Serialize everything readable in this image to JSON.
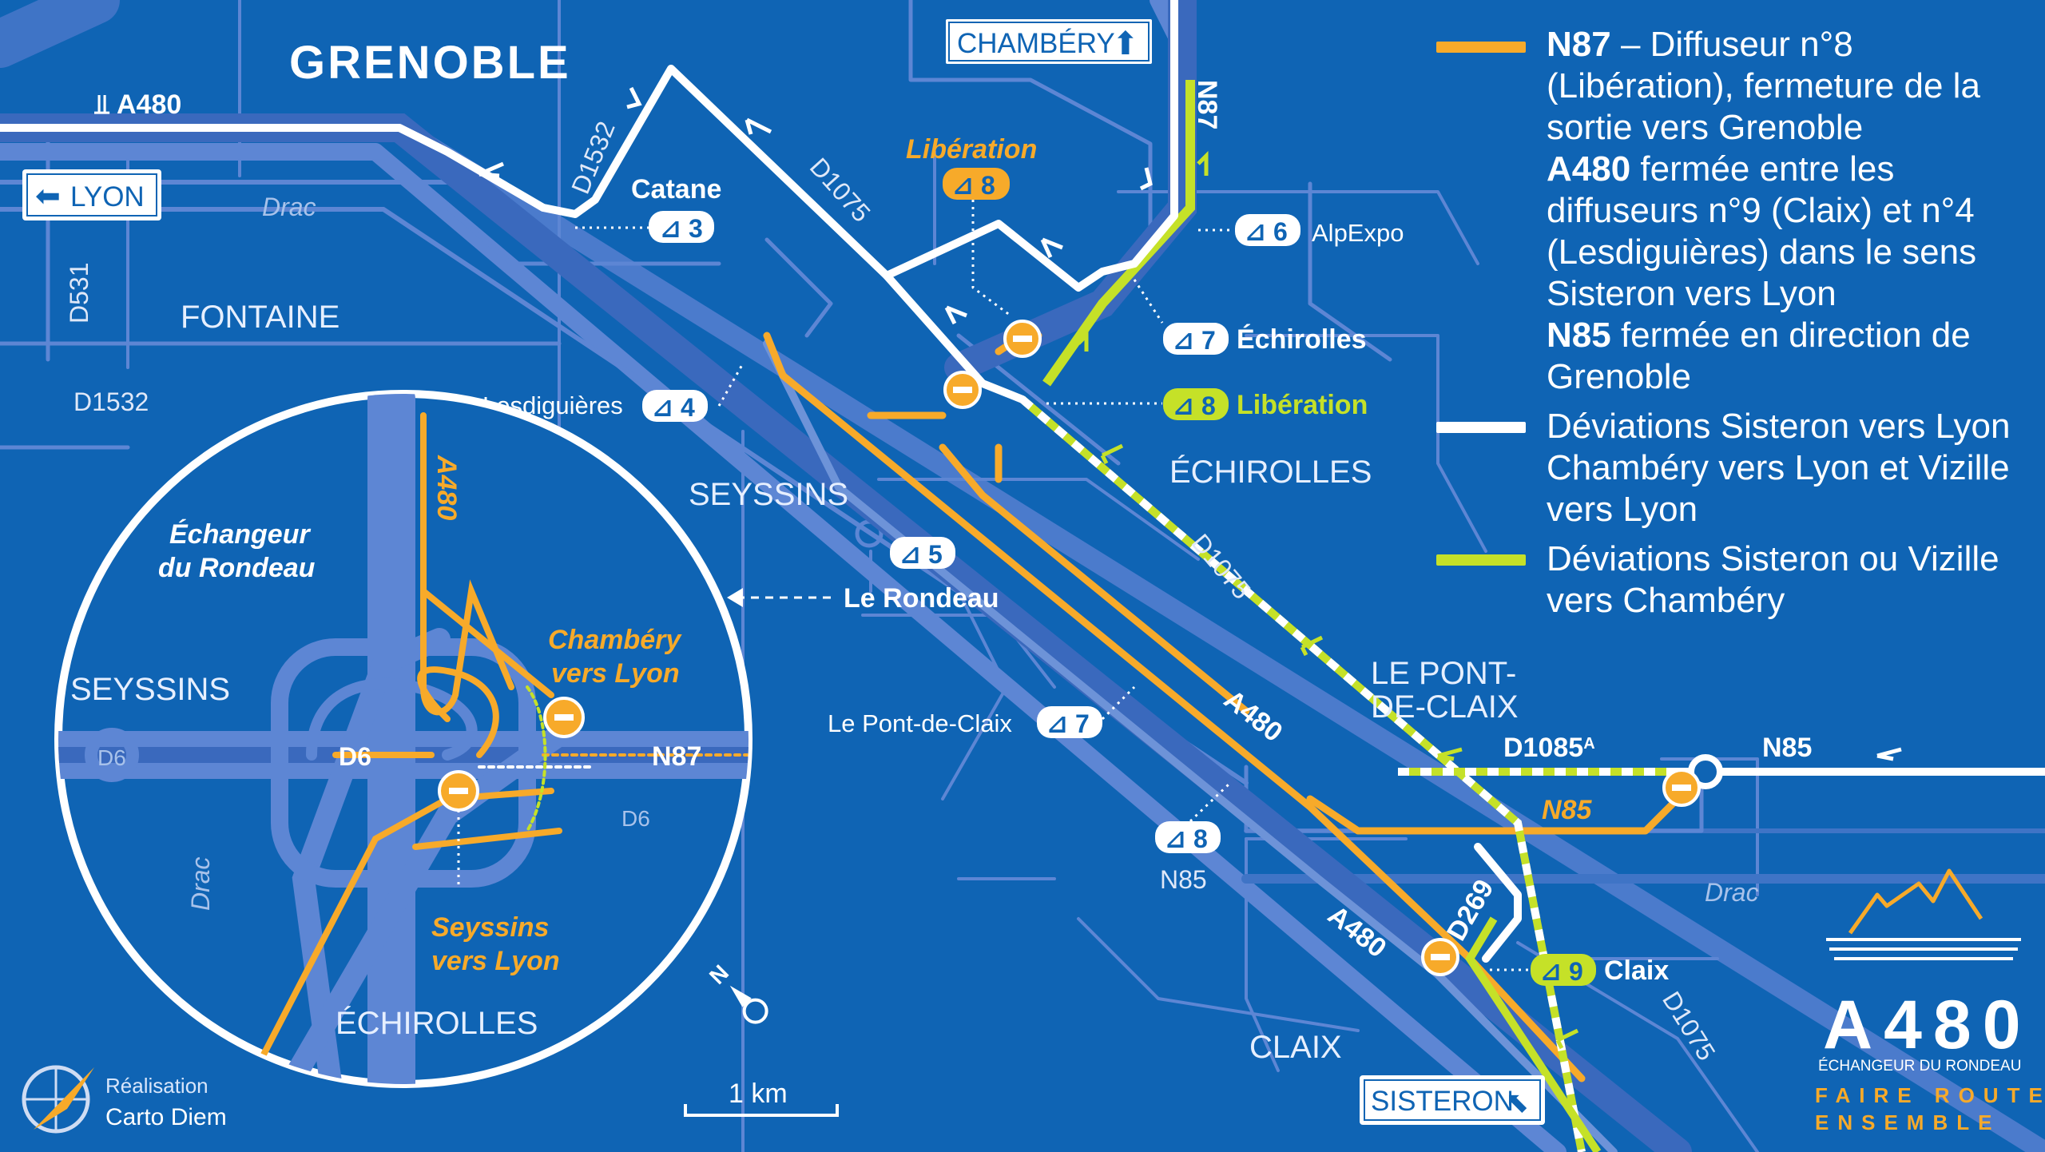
{
  "colors": {
    "background": "#0f64b4",
    "road_network": "#5d86d4",
    "closure_orange": "#f7aa2a",
    "detour_white": "#ffffff",
    "detour_green": "#c5e128"
  },
  "map": {
    "city_grenoble": "GRENOBLE",
    "city_fontaine": "FONTAINE",
    "city_seyssins": "SEYSSINS",
    "city_echirolles": "ÉCHIROLLES",
    "city_pont_de_claix_1": "LE PONT-",
    "city_pont_de_claix_2": "DE-CLAIX",
    "city_claix": "CLAIX",
    "river_drac_1": "Drac",
    "river_drac_2": "Drac",
    "sign_chambery": "CHAMBÉRY",
    "sign_lyon": "LYON",
    "sign_sisteron": "SISTERON",
    "road_a480_top": "A480",
    "road_a480_mid": "A480",
    "road_a480_low": "A480",
    "road_n87": "N87",
    "road_d1532_a": "D1532",
    "road_d1532_b": "D1532",
    "road_d531": "D531",
    "road_d1075_a": "D1075",
    "road_d1075_b": "D1075",
    "road_d1075_c": "D1075",
    "road_d1085a": "D1085",
    "road_d1085a_sup": "A",
    "road_n85_a": "N85",
    "road_n85_b": "N85",
    "road_n85_c": "N85",
    "road_d269": "D269",
    "exit_catane_name": "Catane",
    "exit_catane_num": "3",
    "exit_liberation_name": "Libération",
    "exit_liberation_num": "8",
    "exit_alpexpo_num": "6",
    "exit_alpexpo_name": "AlpExpo",
    "exit_echirolles_num": "7",
    "exit_echirolles_name": "Échirolles",
    "exit_liberation2_num": "8",
    "exit_liberation2_name": "Libération",
    "exit_lesdiguieres_name": "Lesdiguières",
    "exit_lesdiguieres_num": "4",
    "exit_rondeau_num": "5",
    "exit_rondeau_name": "Le Rondeau",
    "exit_pontdeclaix_name": "Le Pont-de-Claix",
    "exit_pontdeclaix_num": "7",
    "exit_n85_num": "8",
    "exit_claix_num": "9",
    "exit_claix_name": "Claix",
    "scale_label": "1 km"
  },
  "inset": {
    "title_1": "Échangeur",
    "title_2": "du Rondeau",
    "a480": "A480",
    "seyssins": "SEYSSINS",
    "echirolles": "ÉCHIROLLES",
    "d6_circle": "D6",
    "d6_main": "D6",
    "d6_low": "D6",
    "n87": "N87",
    "drac": "Drac",
    "chambery_1": "Chambéry",
    "chambery_2": "vers Lyon",
    "seyssins_lbl_1": "Seyssins",
    "seyssins_lbl_2": "vers Lyon"
  },
  "legend": {
    "item1_bold": "N87",
    "item1_text": " – Diffuseur n°8 (Libération), fermeture de la sortie vers Grenoble",
    "item2_bold": "A480",
    "item2_text": " fermée entre les diffuseurs n°9 (Claix) et n°4 (Lesdiguières) dans le sens Sisteron vers Lyon",
    "item3_bold": "N85",
    "item3_text": " fermée en direction de Grenoble",
    "item4_text": "Déviations Sisteron vers Lyon Chambéry vers Lyon et Vizille vers Lyon",
    "item5_text": "Déviations Sisteron ou Vizille vers Chambéry"
  },
  "brand": {
    "title": "A480",
    "subtitle": "ÉCHANGEUR DU RONDEAU",
    "tagline_1": "FAIRE ROUTE",
    "tagline_2": "ENSEMBLE"
  },
  "credit": {
    "line1": "Réalisation",
    "line2": "Carto Diem"
  }
}
